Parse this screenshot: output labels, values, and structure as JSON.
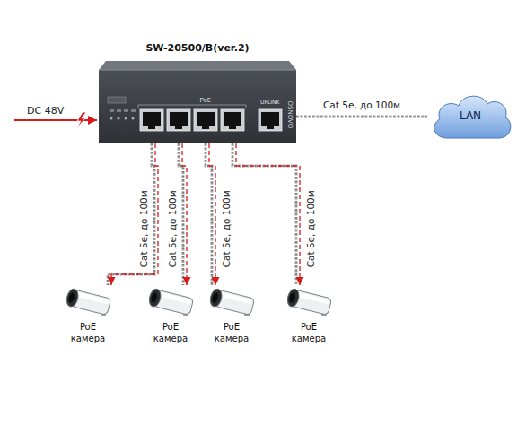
{
  "diagram": {
    "nodes": [
      {
        "text": [
          "SW-20500/B(ver.2)"
        ]
      },
      {
        "text": [
          "LAN"
        ]
      },
      {
        "text": [
          "PoE камера"
        ]
      },
      {
        "text": [
          "PoE камера"
        ]
      },
      {
        "text": [
          "PoE камера"
        ]
      },
      {
        "text": [
          "PoE камера"
        ]
      }
    ],
    "edges": [
      {
        "from": 0,
        "to": 1,
        "arrow": "none",
        "label": "Cat 5e, до 100м"
      },
      {
        "from": 0,
        "to": 2,
        "arrow": "to",
        "label": "Cat 5e, до 100м"
      },
      {
        "from": 0,
        "to": 3,
        "arrow": "to",
        "label": "Cat 5e, до 100м"
      },
      {
        "from": 0,
        "to": 4,
        "arrow": "to",
        "label": "Cat 5e, до 100м"
      },
      {
        "from": 0,
        "to": 5,
        "arrow": "to",
        "label": "Cat 5e, до 100м"
      }
    ],
    "labels": [
      "DC 48V",
      "PoE",
      "UPLINK",
      "OSNOVO"
    ]
  }
}
